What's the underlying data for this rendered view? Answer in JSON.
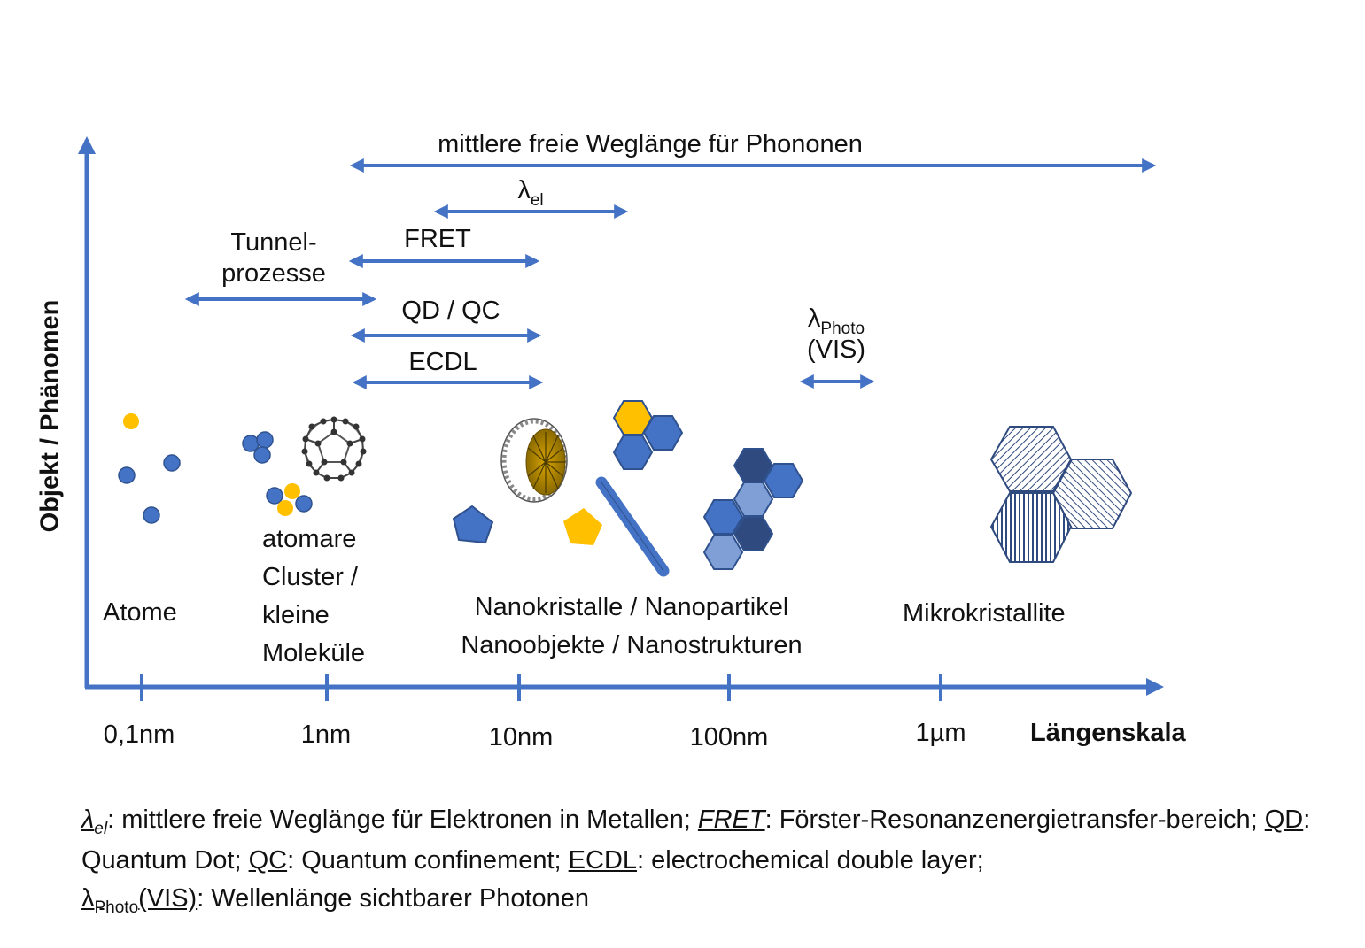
{
  "axes": {
    "y_label": "Objekt / Phänomen",
    "x_label": "Längenskala",
    "ticks": [
      "0,1nm",
      "1nm",
      "10nm",
      "100nm",
      "1µm"
    ]
  },
  "ranges": {
    "phonon": "mittlere freie Weglänge für Phononen",
    "lambda_el_symbol": "λ",
    "lambda_el_sub": "el",
    "fret": "FRET",
    "tunnel_line1": "Tunnel-",
    "tunnel_line2": "prozesse",
    "qd_qc": "QD / QC",
    "ecdl": "ECDL",
    "lambda_photo_symbol": "λ",
    "lambda_photo_sub": "Photo",
    "lambda_photo_vis": "(VIS)"
  },
  "objects": {
    "atome": "Atome",
    "cluster": [
      "atomare",
      "Cluster /",
      "kleine",
      "Moleküle"
    ],
    "nano_line1": "Nanokristalle / Nanopartikel",
    "nano_line2": "Nanoobjekte / Nanostrukturen",
    "mikro": "Mikrokristallite"
  },
  "legend": {
    "lambda_el_symbol": "λ",
    "lambda_el_sub": "el",
    "lambda_el_text": ": mittlere freie Weglänge für Elektronen in Metallen; ",
    "fret_abbr": "FRET",
    "fret_text": ": Förster-Resonanzenergietransfer-bereich; ",
    "qd_abbr": "QD",
    "qd_text": ": Quantum Dot; ",
    "qc_abbr": "QC",
    "qc_text": ": Quantum confinement; ",
    "ecdl_abbr": "ECDL",
    "ecdl_text": ": electrochemical double layer;",
    "photo_symbol": "λ",
    "photo_sub": "Photo",
    "photo_vis": "(VIS)",
    "photo_text": ": Wellenlänge sichtbarer Photonen"
  },
  "colors": {
    "axis_blue": "#4472c4",
    "gold": "#ffc000",
    "dark_navy": "#2f4a7e",
    "light_blue": "#7f9fd6"
  }
}
